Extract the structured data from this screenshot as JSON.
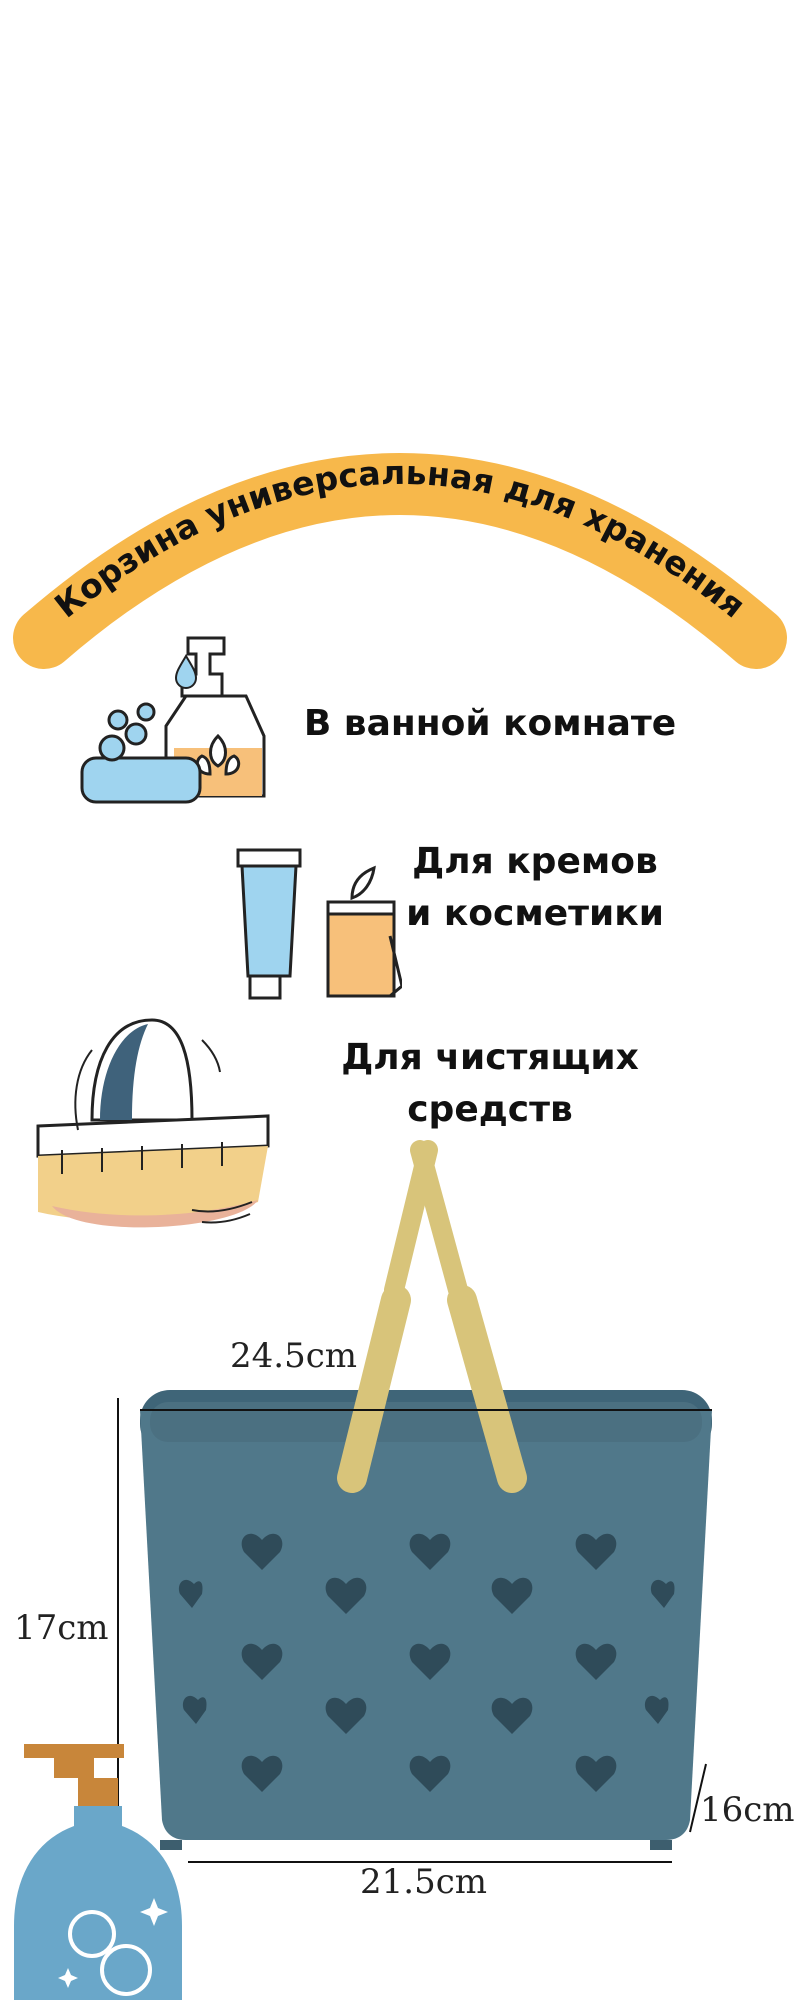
{
  "banner": {
    "text": "Корзина универсальная для хранения",
    "color": "#f7b84b"
  },
  "features": [
    {
      "line1": "В ванной комнате",
      "line2": "",
      "icon": "soap-bottle-icon"
    },
    {
      "line1": "Для кремов",
      "line2": "и косметики",
      "icon": "cream-tube-jar-icon"
    },
    {
      "line1": "Для чистящих",
      "line2": "средств",
      "icon": "scrub-brush-icon"
    }
  ],
  "dimensions": {
    "top_width": "24.5cm",
    "height": "17cm",
    "depth": "16cm",
    "bottom_width": "21.5cm"
  },
  "colors": {
    "basket": "#50788a",
    "handle": "#d8c47a",
    "accent_orange": "#f7c07a",
    "accent_blue": "#9fd4ef",
    "dispenser": "#6aa7c9"
  }
}
